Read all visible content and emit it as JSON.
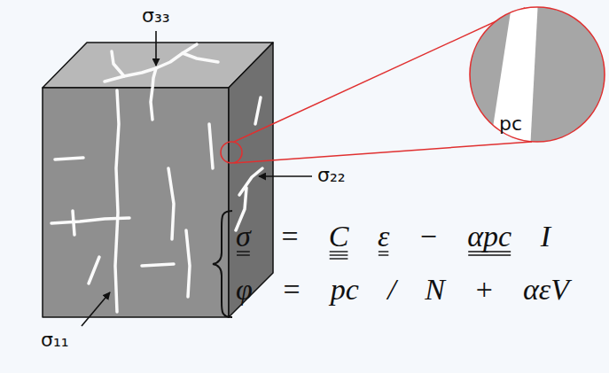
{
  "diagram": {
    "labels": [
      "σ₃₃",
      "σ₂₂",
      "σ₁₁",
      "pc",
      "σ = C ε − αpc I",
      "φ = pc / N + αεV"
    ]
  }
}
